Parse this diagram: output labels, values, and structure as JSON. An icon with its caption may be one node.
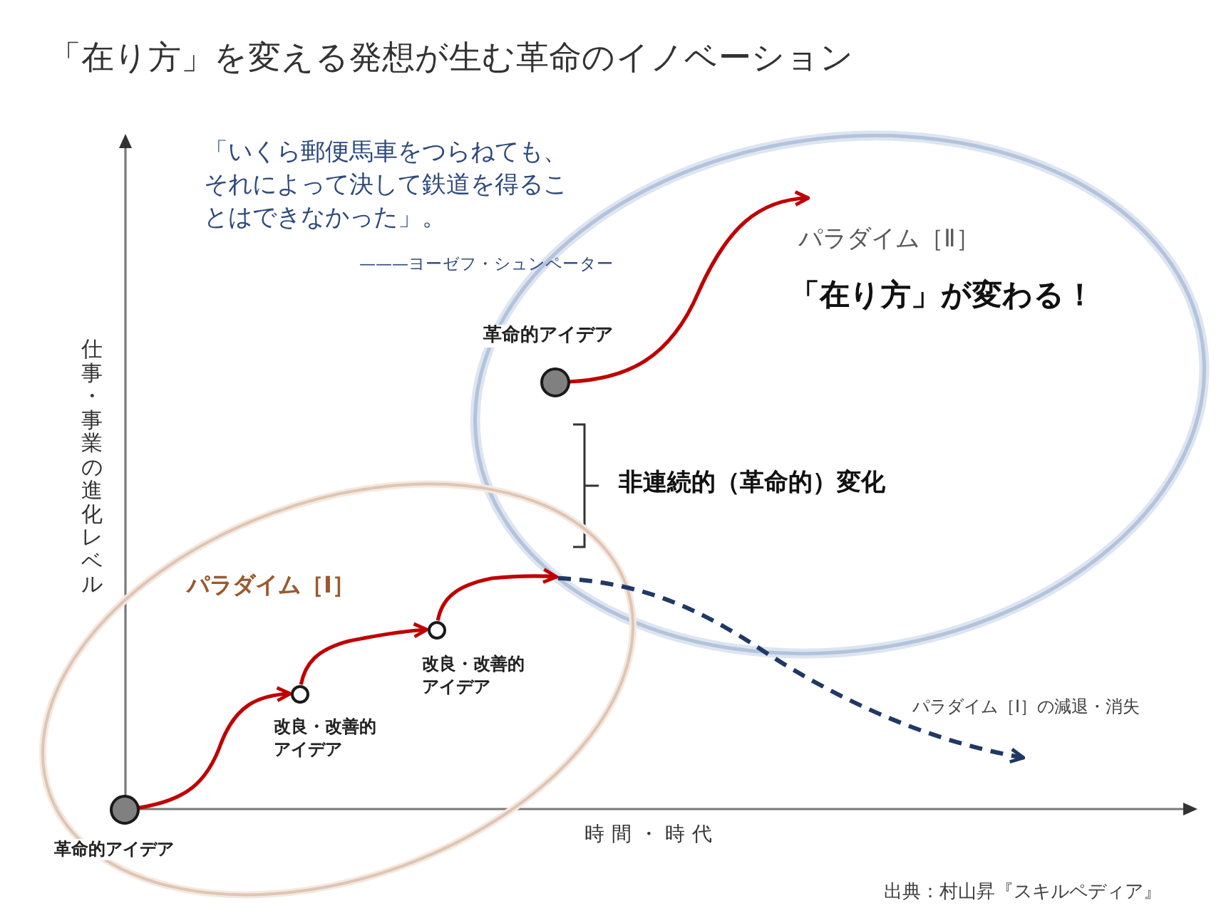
{
  "diagram": {
    "title": "「在り方」を変える発想が生む革命のイノベーション",
    "nodes": [
      {
        "text": [
          "パラダイム［Ⅱ］",
          "「在り方」が変わる！"
        ]
      },
      {
        "text": [],
        "shape": "circle",
        "beside": [
          "革命的アイデア"
        ],
        "in": 0
      },
      {
        "text": [
          "パラダイム［Ⅰ］"
        ]
      },
      {
        "text": [],
        "shape": "circle",
        "beside": [
          "革命的アイデア"
        ],
        "in": 2
      },
      {
        "text": [],
        "shape": "circle",
        "beside": [
          "改良・改善的アイデア"
        ],
        "in": 2
      },
      {
        "text": [],
        "shape": "circle",
        "beside": [
          "改良・改善的アイデア"
        ],
        "in": 2
      }
    ],
    "edges": [
      {
        "from": 1,
        "to": null,
        "arrow": "to"
      },
      {
        "from": 3,
        "to": 4,
        "arrow": "to"
      },
      {
        "from": 4,
        "to": 5,
        "arrow": "to"
      },
      {
        "from": 5,
        "to": 0,
        "arrow": "to"
      },
      {
        "from": 0,
        "to": null,
        "arrow": "to",
        "style": "dashed",
        "color": "#203864"
      }
    ],
    "labels": [
      "「いくら郵便馬車をつらねても、それによって決して鉄道を得ることはできなかった」。",
      "———ヨーゼフ・シュンペーター",
      "仕事・事業の進化レベル",
      "非連続的（革命的）変化",
      "パラダイム［Ⅰ］の減退・消失",
      "時間・時代",
      "出典：村山昇『スキルペディア』"
    ]
  }
}
